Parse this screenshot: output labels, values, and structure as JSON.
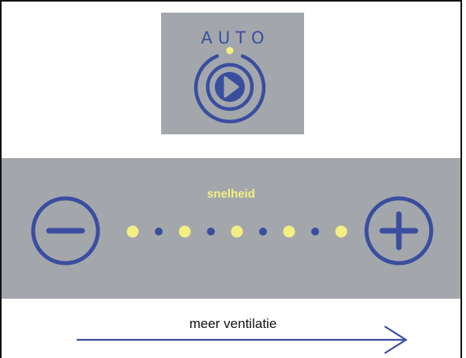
{
  "auto_panel": {
    "label": "AUTO",
    "play_icon": "play-icon"
  },
  "speed_panel": {
    "label": "snelheid",
    "minus_icon": "minus-icon",
    "plus_icon": "plus-icon",
    "levels": [
      "on",
      "off",
      "on",
      "off",
      "on",
      "off",
      "on",
      "off",
      "on"
    ]
  },
  "footer": {
    "caption": "meer ventilatie"
  },
  "colors": {
    "blue": "#3a4ea0",
    "yellow": "#f3ef83",
    "panel": "#a3a7ab",
    "text": "#111111"
  }
}
